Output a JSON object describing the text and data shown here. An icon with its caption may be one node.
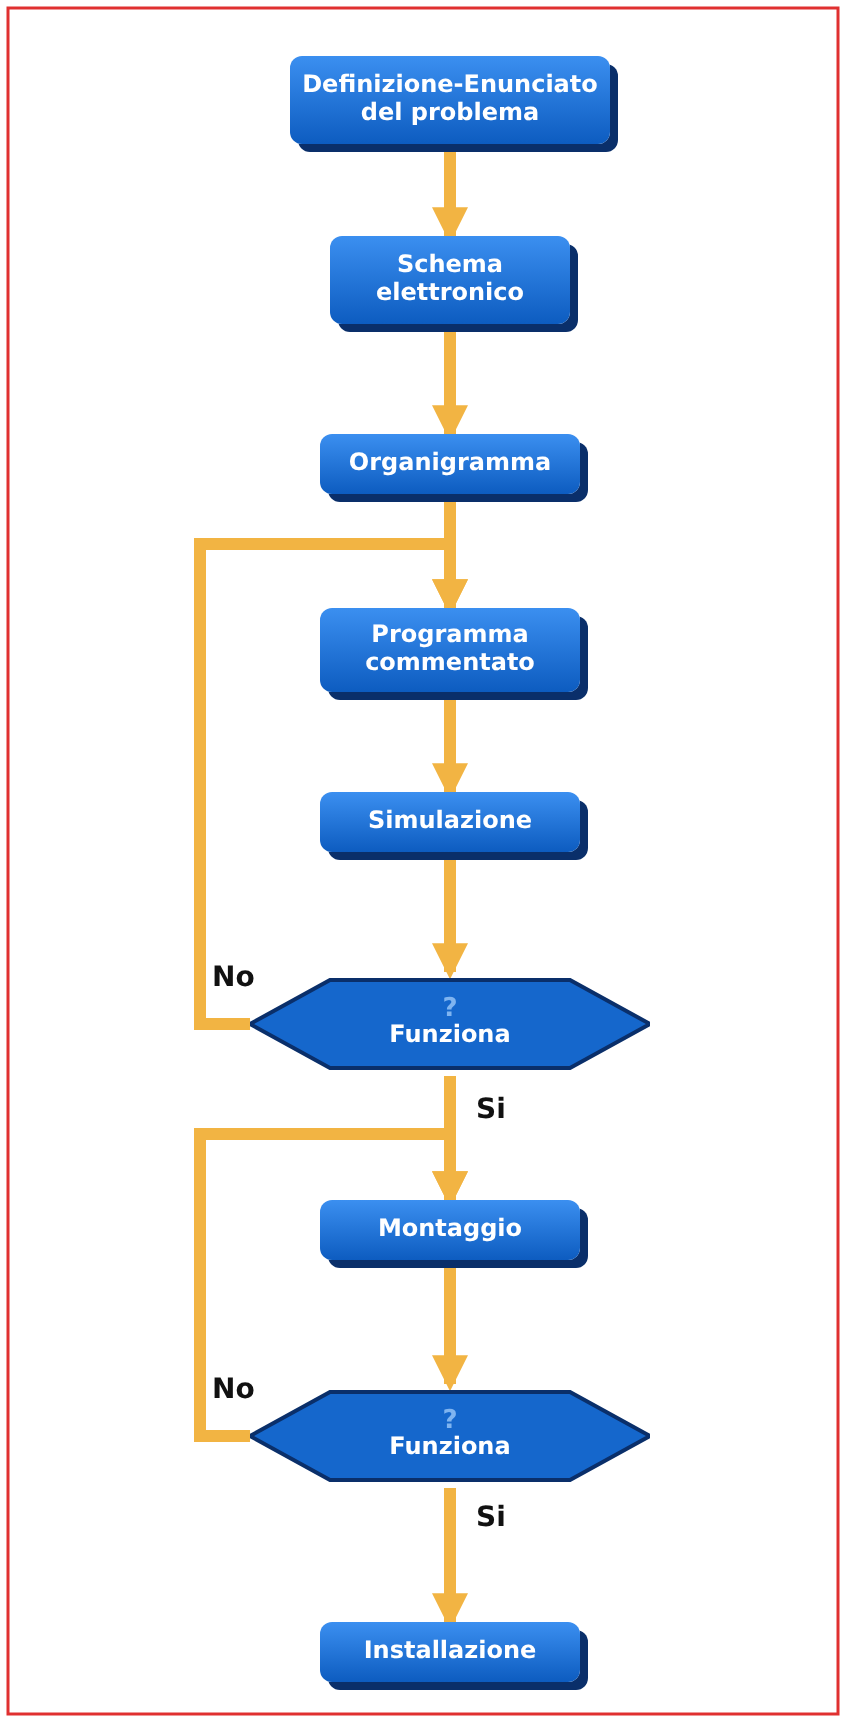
{
  "diagram": {
    "nodes": [
      {
        "text": [
          "Definizione-Enunciato del problema"
        ]
      },
      {
        "text": [
          "Schema elettronico"
        ]
      },
      {
        "text": [
          "Organigramma"
        ]
      },
      {
        "text": [
          "Programma commentato"
        ]
      },
      {
        "text": [
          "Simulazione"
        ]
      },
      {
        "text": [
          "?",
          "Funziona"
        ]
      },
      {
        "text": [
          "Montaggio"
        ]
      },
      {
        "text": [
          "?",
          "Funziona"
        ]
      },
      {
        "text": [
          "Installazione"
        ]
      }
    ],
    "edges": [
      {
        "from": 0,
        "to": 1,
        "arrow": "to"
      },
      {
        "from": 1,
        "to": 2,
        "arrow": "to"
      },
      {
        "from": 2,
        "to": 3,
        "arrow": "to"
      },
      {
        "from": 3,
        "to": 4,
        "arrow": "to"
      },
      {
        "from": 4,
        "to": 5,
        "arrow": "to"
      },
      {
        "from": 5,
        "to": 6,
        "arrow": "to",
        "label": "Si"
      },
      {
        "from": 6,
        "to": 7,
        "arrow": "to"
      },
      {
        "from": 7,
        "to": 8,
        "arrow": "to",
        "label": "Si"
      },
      {
        "from": 5,
        "to": 3,
        "arrow": "to",
        "label": "No"
      },
      {
        "from": 7,
        "to": 6,
        "arrow": "to",
        "label": "No"
      }
    ]
  }
}
